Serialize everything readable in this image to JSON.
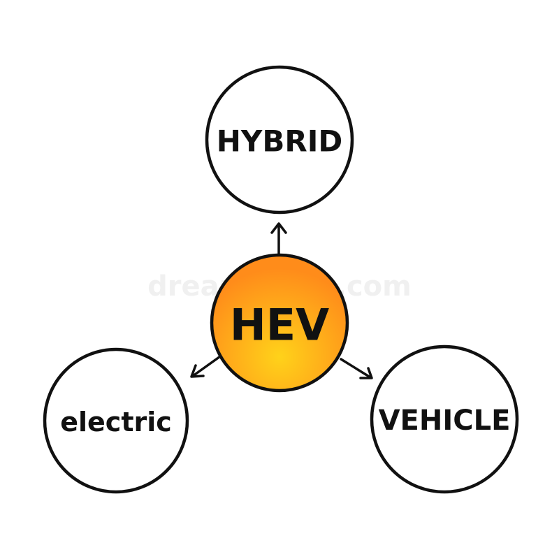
{
  "diagram": {
    "center": {
      "label": "HEV",
      "fill_top": "#ff9a1f",
      "fill_bottom": "#ffc21a"
    },
    "nodes": {
      "top": {
        "label": "HYBRID"
      },
      "left": {
        "label": "electric"
      },
      "right": {
        "label": "VEHICLE"
      }
    },
    "watermark": "dreamstime.com",
    "colors": {
      "stroke": "#111111",
      "node_fill": "#ffffff",
      "background": "#ffffff"
    }
  }
}
